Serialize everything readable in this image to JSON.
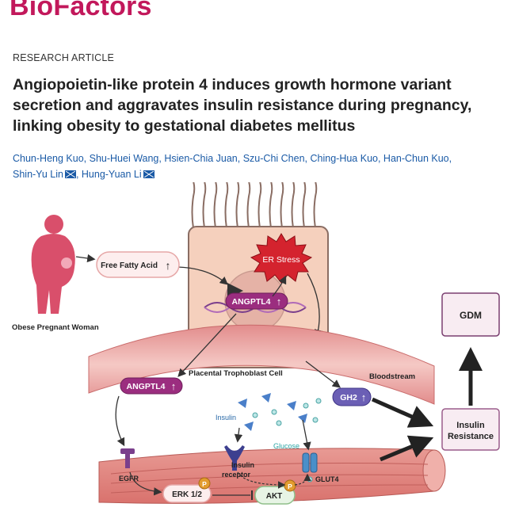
{
  "journal": "BioFactors",
  "article_type": "RESEARCH ARTICLE",
  "title": "Angiopoietin-like protein 4 induces growth hormone variant secretion and aggravates insulin resistance during pregnancy, linking obesity to gestational diabetes mellitus",
  "authors": [
    {
      "name": "Chun-Heng Kuo",
      "sep": ", ",
      "mail": false
    },
    {
      "name": "Shu-Huei Wang",
      "sep": ", ",
      "mail": false
    },
    {
      "name": "Hsien-Chia Juan",
      "sep": ", ",
      "mail": false
    },
    {
      "name": "Szu-Chi Chen",
      "sep": ", ",
      "mail": false
    },
    {
      "name": "Ching-Hua Kuo",
      "sep": ", ",
      "mail": false
    },
    {
      "name": "Han-Chun Kuo",
      "sep": ",",
      "mail": false
    },
    {
      "name": "Shin-Yu Lin",
      "sep": ", ",
      "mail": true
    },
    {
      "name": "Hung-Yuan Li",
      "sep": "",
      "mail": true
    }
  ],
  "figure": {
    "woman_label": "Obese Pregnant Woman",
    "ffa_label": "Free Fatty Acid",
    "er_stress": "ER Stress",
    "angptl4": "ANGPTL4",
    "gh2": "GH2",
    "cell_label": "Placental Trophoblast Cell",
    "bloodstream": "Bloodstream",
    "insulin": "Insulin",
    "glucose": "Glucose",
    "egfr": "EGFR",
    "insulin_receptor_1": "Insulin",
    "insulin_receptor_2": "receptor",
    "erk": "ERK 1/2",
    "akt": "AKT",
    "glut4": "GLUT4",
    "phospho": "P",
    "gdm": "GDM",
    "insulin_resistance_1": "Insulin",
    "insulin_resistance_2": "Resistance",
    "up_arrow": "↑"
  }
}
